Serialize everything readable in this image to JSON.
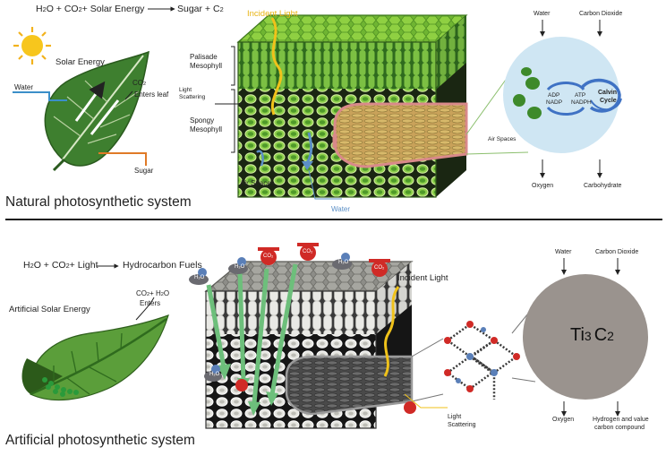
{
  "natural": {
    "equation": {
      "lhs1": "H",
      "lhs1_sub": "2",
      "lhs2": "O + CO",
      "lhs2_sub": "2",
      "lhs3": " + Solar Energy",
      "rhs1": "Sugar + C",
      "rhs1_sub": "2"
    },
    "solar_energy": "Solar Energy",
    "water": "Water",
    "co2_1": "CO",
    "co2_sub": "2",
    "co2_2": "Enters leaf",
    "sugar": "Sugar",
    "incident_light": "Incident Light",
    "palisade_1": "Palisade",
    "palisade_2": "Mesophyll",
    "light_scattering_1": "Light",
    "light_scattering_2": "Scattering",
    "spongy_1": "Spongy",
    "spongy_2": "Mesophyll",
    "air_spaces": "Air Spaces",
    "water_bottom": "Water",
    "circle": {
      "water": "Water",
      "carbon_dioxide": "Carbon Dioxide",
      "adp": "ADP",
      "nadp": "NADP",
      "atp": "ATP",
      "nadph": "NADPH",
      "calvin_1": "Calvin",
      "calvin_2": "Cycle",
      "air_spaces": "Air Spaces",
      "oxygen": "Oxygen",
      "carbohydrate": "Carbohydrate"
    },
    "caption": "Natural photosynthetic system"
  },
  "artificial": {
    "equation": {
      "lhs1": "H",
      "lhs1_sub": "2",
      "lhs2": "O + CO",
      "lhs2_sub": "2",
      "lhs3": " + Light",
      "rhs1": "Hydrocarbon Fuels"
    },
    "solar_energy": "Artificial Solar Energy",
    "enters_1": "CO",
    "enters_sub1": "2",
    "enters_2": " + H",
    "enters_sub2": "2",
    "enters_3": "O",
    "enters_4": "Enters",
    "incident_light": "Incident Light",
    "light_scattering_1": "Light",
    "light_scattering_2": "Scattering",
    "molecule_h2o": "H₂O",
    "molecule_co2": "CO₂",
    "circle": {
      "water": "Water",
      "carbon_dioxide": "Carbon Dioxide",
      "ti": "Ti",
      "ti_sub": "3",
      "c": "C",
      "c_sub": "2",
      "oxygen": "Oxygen",
      "product_1": "Hydrogen and value",
      "product_2": "carbon compound"
    },
    "caption": "Artificial photosynthetic system"
  },
  "colors": {
    "leaf_green": "#3f8a34",
    "palisade_green": "#5fa332",
    "spongy_dark": "#1c2a14",
    "vein_pink": "#e39a95",
    "light_yellow": "#f0c21a",
    "water_blue": "#5b8fc6",
    "circle_blue": "#cfe6f3",
    "circle_grey": "#9a938e",
    "artificial_grey": "#8c8c88",
    "molecule_red": "#d02a26",
    "molecule_slate": "#5b5b6e",
    "arrow_green": "#6dbf7b"
  }
}
